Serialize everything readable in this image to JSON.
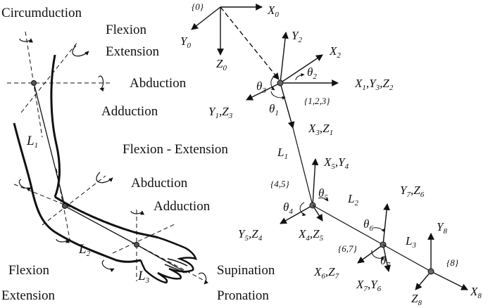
{
  "arm_labels": {
    "circumduction": "Circumduction",
    "flexion_extension_shoulder_1": "Flexion",
    "flexion_extension_shoulder_2": "Extension",
    "abduction_1": "Abduction",
    "adduction_1": "Adduction",
    "flexion_extension_elbow": "Flexion - Extension",
    "abduction_2": "Abduction",
    "adduction_2": "Adduction",
    "flexion_wrist": "Flexion",
    "extension_wrist": "Extension",
    "supination": "Supination",
    "pronation": "Pronation",
    "L1": "L",
    "L1_sub": "1",
    "L2": "L",
    "L2_sub": "2",
    "L3": "L",
    "L3_sub": "3"
  },
  "frames": {
    "f0": "{0}",
    "f123": "{1,2,3}",
    "f45": "{4,5}",
    "f67": "{6,7}",
    "f8": "{8}"
  },
  "axes": {
    "X0": "X",
    "X0_sub": "0",
    "Y0": "Y",
    "Y0_sub": "0",
    "Z0": "Z",
    "Z0_sub": "0",
    "Y2": "Y",
    "Y2_sub": "2",
    "X2": "X",
    "X2_sub": "2",
    "X1Y3Z2": "X",
    "Y1Z3": "Y",
    "X3Z1": "X",
    "L1": "L",
    "L1_sub": "1",
    "X5Y4": "X",
    "L2": "L",
    "L2_sub": "2",
    "Y7Z6": "Y",
    "Y5Z4": "Y",
    "X4Z5": "X",
    "L3": "L",
    "L3_sub": "3",
    "Y8": "Y",
    "Y8_sub": "8",
    "X6Z7": "X",
    "X7Y6": "X",
    "Z8": "Z",
    "Z8_sub": "8",
    "X8": "X",
    "X8_sub": "8"
  },
  "compound": {
    "X1Y3Z2": [
      "X",
      "1",
      ",Y",
      "3",
      ",Z",
      "2"
    ],
    "Y1Z3": [
      "Y",
      "1",
      ",Z",
      "3"
    ],
    "X3Z1": [
      "X",
      "3",
      ",Z",
      "1"
    ],
    "X5Y4": [
      "X",
      "5",
      ",Y",
      "4"
    ],
    "Y7Z6": [
      "Y",
      "7",
      ",Z",
      "6"
    ],
    "Y5Z4": [
      "Y",
      "5",
      ",Z",
      "4"
    ],
    "X4Z5": [
      "X",
      "4",
      ",Z",
      "5"
    ],
    "X6Z7": [
      "X",
      "6",
      ",Z",
      "7"
    ],
    "X7Y6": [
      "X",
      "7",
      ",Y",
      "6"
    ]
  },
  "angles": {
    "t3": "θ",
    "t3_sub": "3",
    "t2": "θ",
    "t2_sub": "2",
    "t1": "θ",
    "t1_sub": "1",
    "t4": "θ",
    "t4_sub": "4",
    "t5": "θ",
    "t5_sub": "5",
    "t6": "θ",
    "t6_sub": "6",
    "t7": "θ",
    "t7_sub": "7"
  }
}
